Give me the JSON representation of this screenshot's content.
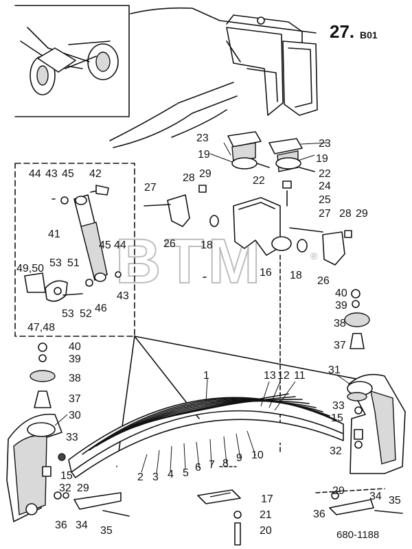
{
  "diagram": {
    "page_code_num": "27.",
    "page_code_suffix": "B01",
    "figure_number": "680-1188",
    "watermark": "BTM",
    "watermark_mark": "®",
    "callouts": [
      {
        "id": "c1",
        "text": "1"
      },
      {
        "id": "c2",
        "text": "2"
      },
      {
        "id": "c3",
        "text": "3"
      },
      {
        "id": "c4",
        "text": "4"
      },
      {
        "id": "c5",
        "text": "5"
      },
      {
        "id": "c6",
        "text": "6"
      },
      {
        "id": "c7",
        "text": "7"
      },
      {
        "id": "c8",
        "text": "8"
      },
      {
        "id": "c9",
        "text": "9"
      },
      {
        "id": "c10",
        "text": "10"
      },
      {
        "id": "c11",
        "text": "11"
      },
      {
        "id": "c12",
        "text": "12"
      },
      {
        "id": "c13",
        "text": "13"
      },
      {
        "id": "c15a",
        "text": "15"
      },
      {
        "id": "c15b",
        "text": "15"
      },
      {
        "id": "c16",
        "text": "16"
      },
      {
        "id": "c17",
        "text": "17"
      },
      {
        "id": "c18a",
        "text": "18"
      },
      {
        "id": "c18b",
        "text": "18"
      },
      {
        "id": "c19a",
        "text": "19"
      },
      {
        "id": "c19b",
        "text": "19"
      },
      {
        "id": "c20",
        "text": "20"
      },
      {
        "id": "c21",
        "text": "21"
      },
      {
        "id": "c22a",
        "text": "22"
      },
      {
        "id": "c22b",
        "text": "22"
      },
      {
        "id": "c23a",
        "text": "23"
      },
      {
        "id": "c23b",
        "text": "23"
      },
      {
        "id": "c24",
        "text": "24"
      },
      {
        "id": "c25",
        "text": "25"
      },
      {
        "id": "c26a",
        "text": "26"
      },
      {
        "id": "c26b",
        "text": "26"
      },
      {
        "id": "c27a",
        "text": "27"
      },
      {
        "id": "c27b",
        "text": "27"
      },
      {
        "id": "c28a",
        "text": "28"
      },
      {
        "id": "c28b",
        "text": "28"
      },
      {
        "id": "c29a",
        "text": "29"
      },
      {
        "id": "c29b",
        "text": "29"
      },
      {
        "id": "c29c",
        "text": "29"
      },
      {
        "id": "c29d",
        "text": "29"
      },
      {
        "id": "c30",
        "text": "30"
      },
      {
        "id": "c31",
        "text": "31"
      },
      {
        "id": "c32a",
        "text": "32"
      },
      {
        "id": "c32b",
        "text": "32"
      },
      {
        "id": "c33a",
        "text": "33"
      },
      {
        "id": "c33b",
        "text": "33"
      },
      {
        "id": "c34a",
        "text": "34"
      },
      {
        "id": "c34b",
        "text": "34"
      },
      {
        "id": "c35a",
        "text": "35"
      },
      {
        "id": "c35b",
        "text": "35"
      },
      {
        "id": "c36a",
        "text": "36"
      },
      {
        "id": "c36b",
        "text": "36"
      },
      {
        "id": "c37a",
        "text": "37"
      },
      {
        "id": "c37b",
        "text": "37"
      },
      {
        "id": "c38a",
        "text": "38"
      },
      {
        "id": "c38b",
        "text": "38"
      },
      {
        "id": "c39a",
        "text": "39"
      },
      {
        "id": "c39b",
        "text": "39"
      },
      {
        "id": "c40a",
        "text": "40"
      },
      {
        "id": "c40b",
        "text": "40"
      },
      {
        "id": "c41",
        "text": "41"
      },
      {
        "id": "c42",
        "text": "42"
      },
      {
        "id": "c43a",
        "text": "43"
      },
      {
        "id": "c43b",
        "text": "43"
      },
      {
        "id": "c44a",
        "text": "44"
      },
      {
        "id": "c44b",
        "text": "44"
      },
      {
        "id": "c45a",
        "text": "45"
      },
      {
        "id": "c45b",
        "text": "45"
      },
      {
        "id": "c46",
        "text": "46"
      },
      {
        "id": "c4748",
        "text": "47,48"
      },
      {
        "id": "c4950",
        "text": "49,50"
      },
      {
        "id": "c51",
        "text": "51"
      },
      {
        "id": "c52",
        "text": "52"
      },
      {
        "id": "c53a",
        "text": "53"
      },
      {
        "id": "c53b",
        "text": "53"
      }
    ]
  }
}
